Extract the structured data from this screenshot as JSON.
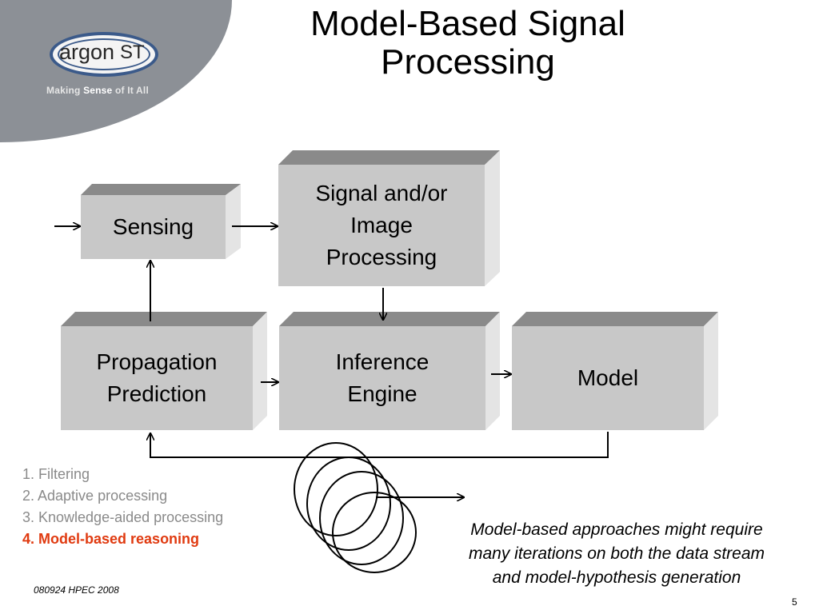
{
  "logo": {
    "brand": "argon",
    "brand_suffix": "ST",
    "tagline_part1": "Making ",
    "tagline_part2": "Sense",
    "tagline_part3": " of It All"
  },
  "slide": {
    "title_line1": "Model-Based Signal",
    "title_line2": "Processing"
  },
  "diagram": {
    "sensing": "Sensing",
    "signal_line1": "Signal and/or",
    "signal_line2": "Image",
    "signal_line3": "Processing",
    "propagation_line1": "Propagation",
    "propagation_line2": "Prediction",
    "inference_line1": "Inference",
    "inference_line2": "Engine",
    "model": "Model"
  },
  "list": {
    "items": [
      "1. Filtering",
      "2. Adaptive processing",
      "3. Knowledge-aided processing",
      "4. Model-based reasoning"
    ],
    "active_index": 3,
    "active_color": "#e03a10"
  },
  "note": {
    "line1": "Model-based approaches might require",
    "line2": "many iterations on both the data stream",
    "line3": "and model-hypothesis generation"
  },
  "footer": {
    "text": "080924 HPEC 2008",
    "page_number": "5"
  }
}
